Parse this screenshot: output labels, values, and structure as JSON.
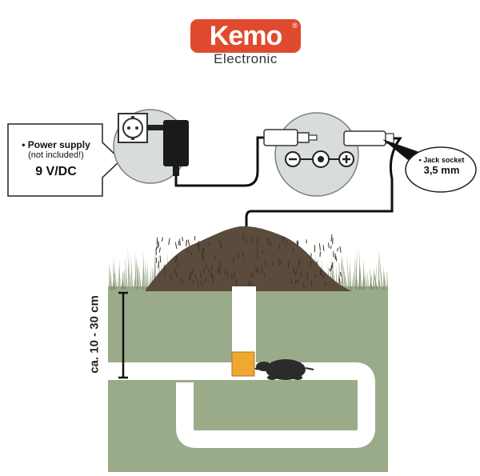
{
  "logo": {
    "brand": "Kemo",
    "registered": "®",
    "subtitle": "Electronic"
  },
  "power_supply": {
    "line1": "• Power supply",
    "line2": "(not included!)",
    "line3": "9 V/DC"
  },
  "jack_socket": {
    "line1": "• Jack socket",
    "line2": "3,5 mm"
  },
  "depth": {
    "label": "ca. 10 - 30 cm"
  },
  "colors": {
    "logo_red": "#e04a2e",
    "ground": "#9aab8a",
    "grass": "#7e8d6c",
    "mound": "#5a4b3c",
    "tunnel": "#ffffff",
    "device": "#f0a833",
    "mole": "#2b2b2b",
    "circle": "#d9dcdc"
  },
  "icons": [
    "plug-socket-icon",
    "adapter-icon",
    "jack-plug-icon",
    "mole-icon",
    "minus-icon",
    "plus-icon"
  ]
}
